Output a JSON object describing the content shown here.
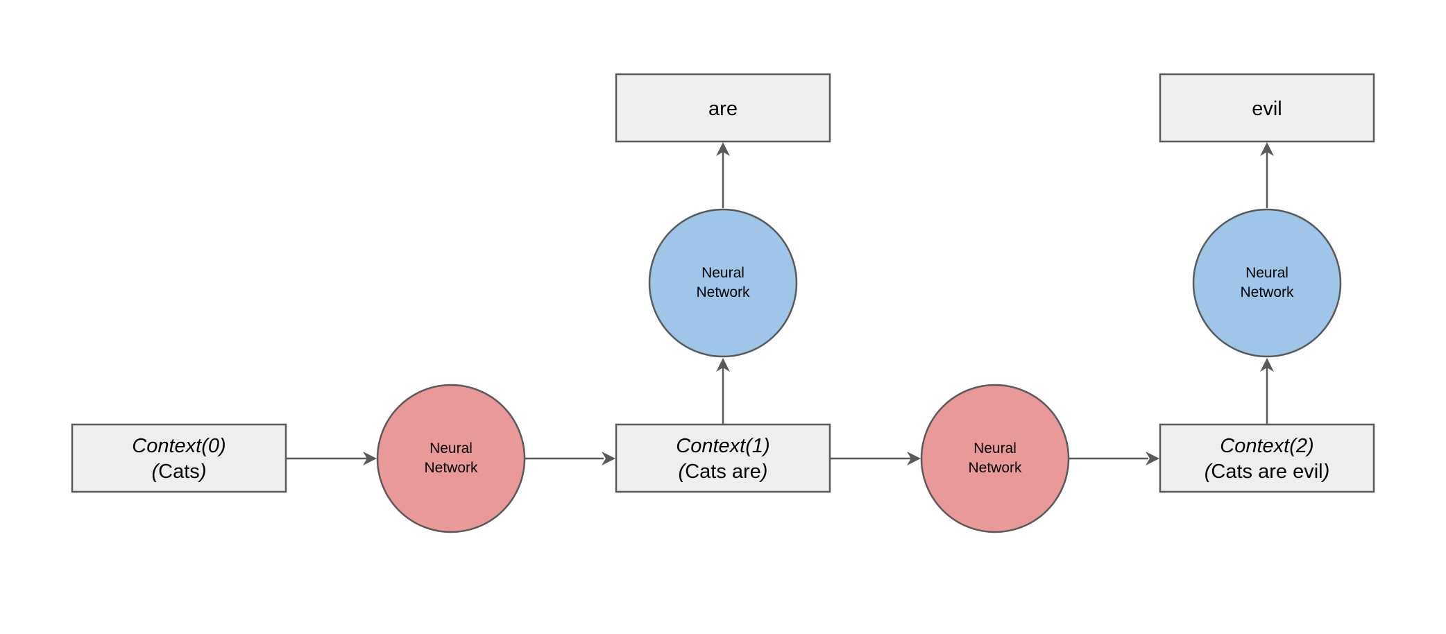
{
  "diagram": {
    "contexts": [
      {
        "title": "Context(0)",
        "sub_open": "(",
        "sub_words": "Cats",
        "sub_close": ")"
      },
      {
        "title": "Context(1)",
        "sub_open": "(",
        "sub_words": "Cats are",
        "sub_close": ")"
      },
      {
        "title": "Context(2)",
        "sub_open": "(",
        "sub_words": "Cats are evil",
        "sub_close": ")"
      }
    ],
    "transition_networks": [
      {
        "line1": "Neural",
        "line2": "Network"
      },
      {
        "line1": "Neural",
        "line2": "Network"
      }
    ],
    "output_networks": [
      {
        "line1": "Neural",
        "line2": "Network"
      },
      {
        "line1": "Neural",
        "line2": "Network"
      }
    ],
    "outputs": [
      "are",
      "evil"
    ],
    "colors": {
      "transition_network_fill": "#ea9999",
      "output_network_fill": "#9fc5e8",
      "box_fill": "#eeeeee",
      "stroke": "#595959"
    }
  }
}
